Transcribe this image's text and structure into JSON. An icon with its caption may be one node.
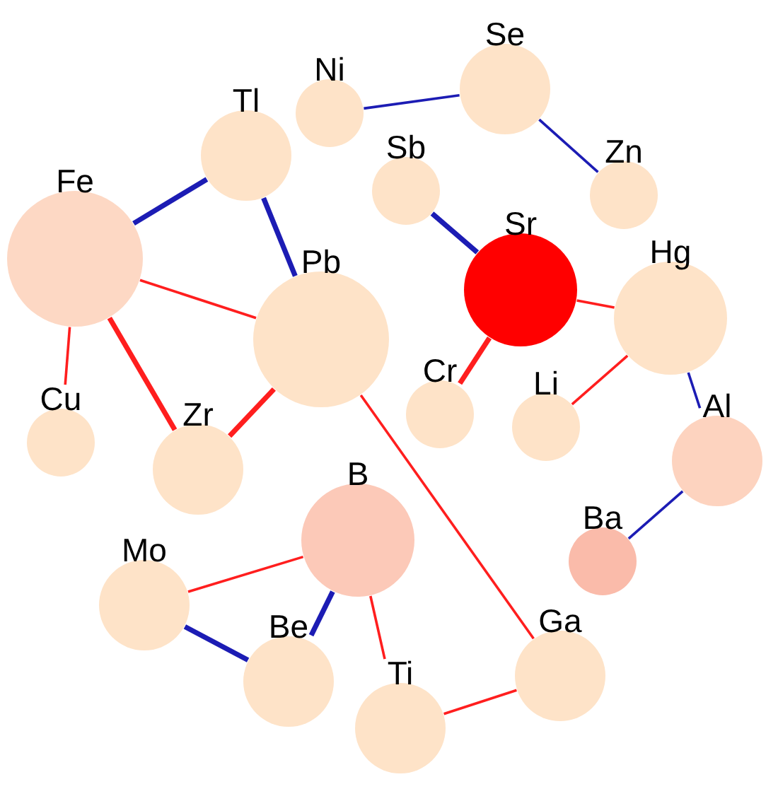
{
  "diagram": {
    "nodes": [
      {
        "text": [
          "Se"
        ]
      },
      {
        "text": [
          "Ni"
        ]
      },
      {
        "text": [
          "Tl"
        ]
      },
      {
        "text": [
          "Sb"
        ]
      },
      {
        "text": [
          "Zn"
        ]
      },
      {
        "text": [
          "Fe"
        ]
      },
      {
        "text": [
          "Sr"
        ]
      },
      {
        "text": [
          "Hg"
        ]
      },
      {
        "text": [
          "Pb"
        ]
      },
      {
        "text": [
          "Cr"
        ]
      },
      {
        "text": [
          "Li"
        ]
      },
      {
        "text": [
          "Cu"
        ]
      },
      {
        "text": [
          "Al"
        ]
      },
      {
        "text": [
          "Zr"
        ]
      },
      {
        "text": [
          "B"
        ]
      },
      {
        "text": [
          "Ba"
        ]
      },
      {
        "text": [
          "Mo"
        ]
      },
      {
        "text": [
          "Ga"
        ]
      },
      {
        "text": [
          "Be"
        ]
      },
      {
        "text": [
          "Ti"
        ]
      }
    ],
    "edges": [
      {
        "from": 1,
        "to": 0,
        "arrow": "none",
        "color": "#1c1cb4"
      },
      {
        "from": 0,
        "to": 4,
        "arrow": "none",
        "color": "#1c1cb4"
      },
      {
        "from": 2,
        "to": 5,
        "arrow": "none",
        "style": "thick",
        "color": "#1c1cb4"
      },
      {
        "from": 2,
        "to": 8,
        "arrow": "none",
        "style": "thick",
        "color": "#1c1cb4"
      },
      {
        "from": 3,
        "to": 6,
        "arrow": "none",
        "style": "thick",
        "color": "#1c1cb4"
      },
      {
        "from": 5,
        "to": 8,
        "arrow": "none"
      },
      {
        "from": 5,
        "to": 11,
        "arrow": "none"
      },
      {
        "from": 5,
        "to": 13,
        "arrow": "none",
        "style": "thick"
      },
      {
        "from": 6,
        "to": 7,
        "arrow": "none"
      },
      {
        "from": 6,
        "to": 9,
        "arrow": "none",
        "style": "thick"
      },
      {
        "from": 7,
        "to": 10,
        "arrow": "none"
      },
      {
        "from": 7,
        "to": 12,
        "arrow": "none",
        "color": "#1c1cb4"
      },
      {
        "from": 8,
        "to": 13,
        "arrow": "none",
        "style": "thick"
      },
      {
        "from": 8,
        "to": 17,
        "arrow": "none"
      },
      {
        "from": 12,
        "to": 15,
        "arrow": "none",
        "color": "#1c1cb4"
      },
      {
        "from": 14,
        "to": 16,
        "arrow": "none"
      },
      {
        "from": 14,
        "to": 18,
        "arrow": "none",
        "style": "thick",
        "color": "#1c1cb4"
      },
      {
        "from": 14,
        "to": 19,
        "arrow": "none"
      },
      {
        "from": 16,
        "to": 18,
        "arrow": "none",
        "style": "thick",
        "color": "#1c1cb4"
      },
      {
        "from": 19,
        "to": 17,
        "arrow": "none"
      }
    ]
  }
}
